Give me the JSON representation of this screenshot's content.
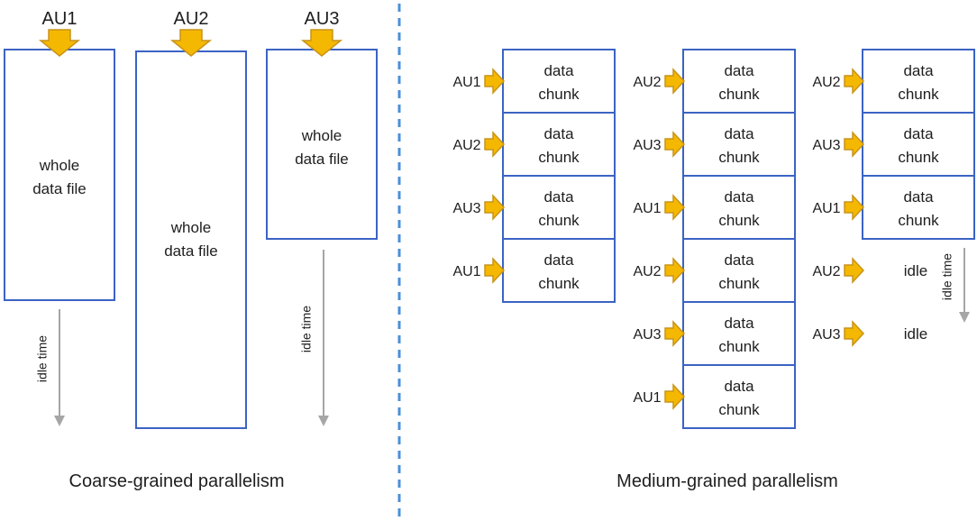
{
  "colors": {
    "box_stroke": "#3b63c4",
    "arrow_fill": "#f5b800",
    "arrow_stroke": "#c8941a",
    "idle_arrow": "#a6a6a6",
    "divider": "#4a90d9",
    "text": "#1e1e1e"
  },
  "coarse": {
    "caption": "Coarse-grained parallelism",
    "units": [
      {
        "au": "AU1",
        "box_text": [
          "whole",
          "data file"
        ],
        "idle_label": "idle time"
      },
      {
        "au": "AU2",
        "box_text": [
          "whole",
          "data file"
        ],
        "idle_label": ""
      },
      {
        "au": "AU3",
        "box_text": [
          "whole",
          "data file"
        ],
        "idle_label": "idle time"
      }
    ]
  },
  "medium": {
    "caption": "Medium-grained parallelism",
    "chunk_text": [
      "data",
      "chunk"
    ],
    "columns": [
      {
        "chunks": [
          "AU1",
          "AU2",
          "AU3",
          "AU1"
        ],
        "idle_rows": [],
        "idle_label": ""
      },
      {
        "chunks": [
          "AU2",
          "AU3",
          "AU1",
          "AU2",
          "AU3",
          "AU1"
        ],
        "idle_rows": [],
        "idle_label": ""
      },
      {
        "chunks": [
          "AU2",
          "AU3",
          "AU1"
        ],
        "idle_rows": [
          {
            "au": "AU2",
            "text": "idle"
          },
          {
            "au": "AU3",
            "text": "idle"
          }
        ],
        "idle_label": "idle time"
      }
    ]
  }
}
